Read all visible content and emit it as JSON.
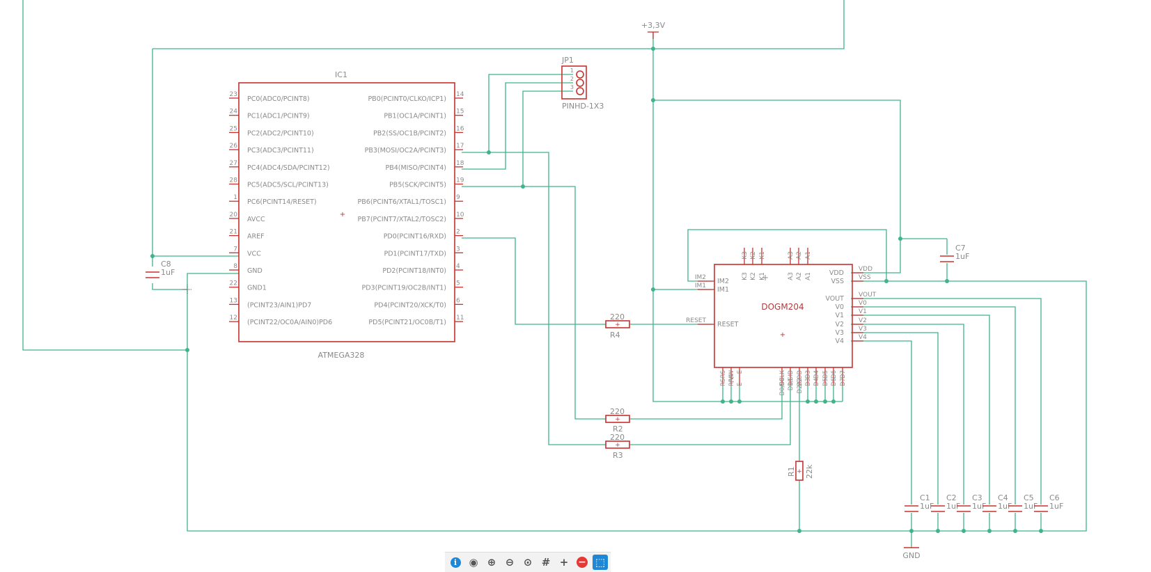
{
  "parts": {
    "ic1": {
      "name": "IC1",
      "value": "ATMEGA328",
      "left_pins": [
        {
          "num": "23",
          "label": "PC0(ADC0/PCINT8)"
        },
        {
          "num": "24",
          "label": "PC1(ADC1/PCINT9)"
        },
        {
          "num": "25",
          "label": "PC2(ADC2/PCINT10)"
        },
        {
          "num": "26",
          "label": "PC3(ADC3/PCINT11)"
        },
        {
          "num": "27",
          "label": "PC4(ADC4/SDA/PCINT12)"
        },
        {
          "num": "28",
          "label": "PC5(ADC5/SCL/PCINT13)"
        },
        {
          "num": "1",
          "label": "PC6(PCINT14/RESET)"
        },
        {
          "num": "20",
          "label": "AVCC"
        },
        {
          "num": "21",
          "label": "AREF"
        },
        {
          "num": "7",
          "label": "VCC"
        },
        {
          "num": "8",
          "label": "GND"
        },
        {
          "num": "22",
          "label": "GND1"
        },
        {
          "num": "13",
          "label": "(PCINT23/AIN1)PD7"
        },
        {
          "num": "12",
          "label": "(PCINT22/OC0A/AIN0)PD6"
        }
      ],
      "right_pins": [
        {
          "num": "14",
          "label": "PB0(PCINT0/CLKO/ICP1)"
        },
        {
          "num": "15",
          "label": "PB1(OC1A/PCINT1)"
        },
        {
          "num": "16",
          "label": "PB2(SS/OC1B/PCINT2)"
        },
        {
          "num": "17",
          "label": "PB3(MOSI/OC2A/PCINT3)"
        },
        {
          "num": "18",
          "label": "PB4(MISO/PCINT4)"
        },
        {
          "num": "19",
          "label": "PB5(SCK/PCINT5)"
        },
        {
          "num": "9",
          "label": "PB6(PCINT6/XTAL1/TOSC1)"
        },
        {
          "num": "10",
          "label": "PB7(PCINT7/XTAL2/TOSC2)"
        },
        {
          "num": "2",
          "label": "PD0(PCINT16/RXD)"
        },
        {
          "num": "3",
          "label": "PD1(PCINT17/TXD)"
        },
        {
          "num": "4",
          "label": "PD2(PCINT18/INT0)"
        },
        {
          "num": "5",
          "label": "PD3(PCINT19/OC2B/INT1)"
        },
        {
          "num": "6",
          "label": "PD4(PCINT20/XCK/T0)"
        },
        {
          "num": "11",
          "label": "PD5(PCINT21/OC0B/T1)"
        }
      ]
    },
    "jp1": {
      "name": "JP1",
      "value": "PINHD-1X3",
      "pins": [
        "1",
        "2",
        "3"
      ]
    },
    "dogm": {
      "value": "DOGM204",
      "top_pins": [
        "K3",
        "K2",
        "K1",
        "A3",
        "A2",
        "A1"
      ],
      "left_pins": [
        "IM2",
        "IM1",
        "RESET"
      ],
      "left_nets": [
        "IM2",
        "IM1",
        "RESET"
      ],
      "right_pins": [
        "VDD",
        "VSS",
        "VOUT",
        "V0",
        "V1",
        "V2",
        "V3",
        "V4"
      ],
      "right_nets": [
        "VDD",
        "VSS",
        "VOUT",
        "V0",
        "V1",
        "V2",
        "V3",
        "V4"
      ],
      "bottom_pins": [
        "RS",
        "R/W",
        "E",
        "D0/SCLK",
        "D1/SID",
        "D2/SOD",
        "D3",
        "D4",
        "D5",
        "D6",
        "D7"
      ],
      "bottom_nets": [
        "RS",
        "R/W",
        "E",
        "D0",
        "D1",
        "D2",
        "D3",
        "D4",
        "D5",
        "D6",
        "D7"
      ]
    },
    "resistors": [
      {
        "name": "R4",
        "value": "220"
      },
      {
        "name": "R2",
        "value": "220"
      },
      {
        "name": "R3",
        "value": "220"
      },
      {
        "name": "R1",
        "value": "22k"
      }
    ],
    "capacitors": [
      {
        "name": "C8",
        "value": "1uF"
      },
      {
        "name": "C7",
        "value": "1uF"
      },
      {
        "name": "C1",
        "value": "1uF"
      },
      {
        "name": "C2",
        "value": "1uF"
      },
      {
        "name": "C3",
        "value": "1uF"
      },
      {
        "name": "C4",
        "value": "1uF"
      },
      {
        "name": "C5",
        "value": "1uF"
      },
      {
        "name": "C6",
        "value": "1uF"
      }
    ],
    "supply": {
      "label": "+3,3V"
    },
    "ground": {
      "label": "GND"
    }
  },
  "toolbar": {
    "tools": [
      {
        "icon": "info-icon",
        "glyph": "i",
        "color": "#1e88d6"
      },
      {
        "icon": "eye-icon",
        "glyph": "◉",
        "color": "#555555"
      },
      {
        "icon": "zoom-in-icon",
        "glyph": "⊕",
        "color": "#555555"
      },
      {
        "icon": "zoom-out-icon",
        "glyph": "⊖",
        "color": "#555555"
      },
      {
        "icon": "zoom-fit-icon",
        "glyph": "⊙",
        "color": "#555555"
      },
      {
        "icon": "grid-icon",
        "glyph": "#",
        "color": "#555555"
      },
      {
        "icon": "crosshair-icon",
        "glyph": "+",
        "color": "#555555"
      },
      {
        "icon": "no-entry-icon",
        "glyph": "−",
        "color": "#e53935"
      },
      {
        "icon": "select-icon",
        "glyph": "⬚",
        "color": "#ffffff"
      }
    ]
  },
  "colors": {
    "wire": "#3fb489",
    "part": "#c9302c",
    "pin_text": "#8a8a8a",
    "accent": "#1e88d6"
  }
}
